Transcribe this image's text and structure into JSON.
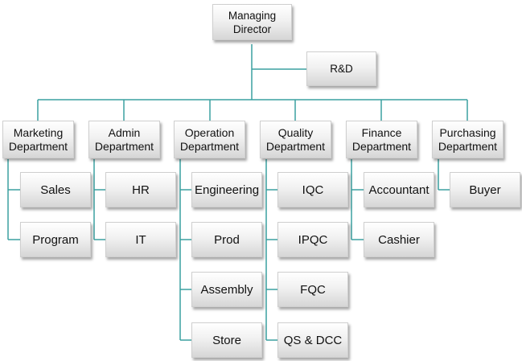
{
  "org_chart": {
    "colors": {
      "connector": "#3aa0a0",
      "node_top": "#ffffff",
      "node_bottom": "#d6d6d6",
      "text": "#111111"
    },
    "root": {
      "label": "Managing\nDirector"
    },
    "staff": {
      "label": "R&D"
    },
    "departments": [
      {
        "label": "Marketing\nDepartment",
        "children": [
          "Sales",
          "Program"
        ]
      },
      {
        "label": "Admin\nDepartment",
        "children": [
          "HR",
          "IT"
        ]
      },
      {
        "label": "Operation\nDepartment",
        "children": [
          "Engineering",
          "Prod",
          "Assembly",
          "Store"
        ]
      },
      {
        "label": "Quality\nDepartment",
        "children": [
          "IQC",
          "IPQC",
          "FQC",
          "QS & DCC"
        ]
      },
      {
        "label": "Finance\nDepartment",
        "children": [
          "Accountant",
          "Cashier"
        ]
      },
      {
        "label": "Purchasing\nDepartment",
        "children": [
          "Buyer"
        ]
      }
    ]
  }
}
